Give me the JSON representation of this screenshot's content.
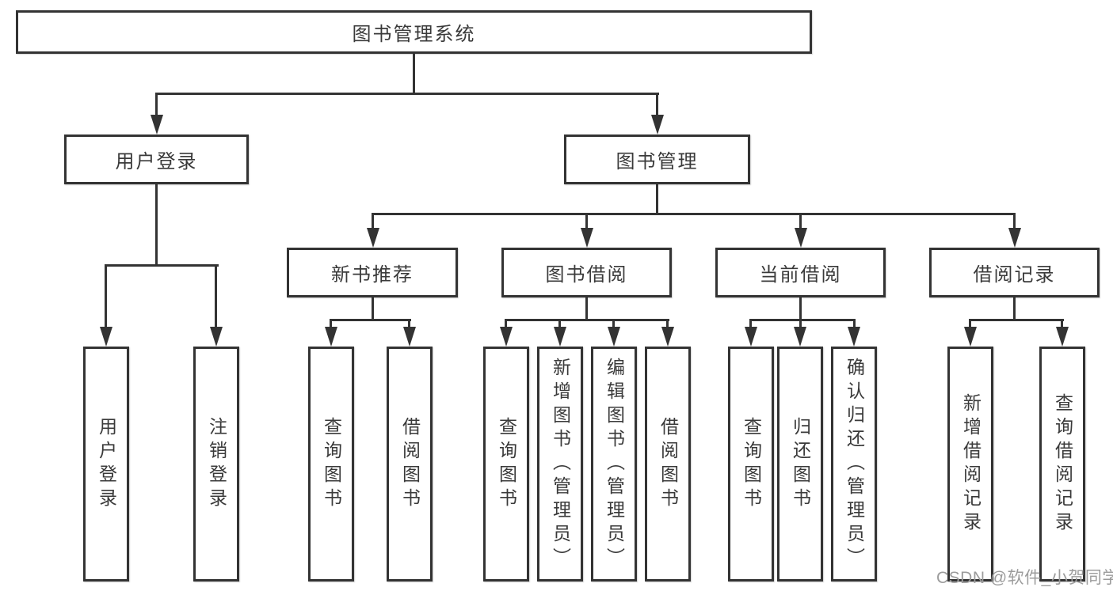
{
  "diagram": {
    "root_label": "图书管理系统",
    "login_branch": {
      "label": "用户登录",
      "children": [
        "用户登录",
        "注销登录"
      ]
    },
    "management_branch": {
      "label": "图书管理"
    },
    "modules": [
      {
        "label": "新书推荐",
        "children": [
          "查询图书",
          "借阅图书"
        ]
      },
      {
        "label": "图书借阅",
        "children": [
          "查询图书",
          "新增图书（管理员）",
          "编辑图书（管理员）",
          "借阅图书"
        ]
      },
      {
        "label": "当前借阅",
        "children": [
          "查询图书",
          "归还图书",
          "确认归还（管理员）"
        ]
      },
      {
        "label": "借阅记录",
        "children": [
          "新增借阅记录",
          "查询借阅记录"
        ]
      }
    ]
  },
  "watermark": "CSDN @软件_小贺同学",
  "colors": {
    "line": "#333333",
    "text": "#3a3a3a",
    "background": "#ffffff",
    "watermark": "#9c9c9c"
  }
}
